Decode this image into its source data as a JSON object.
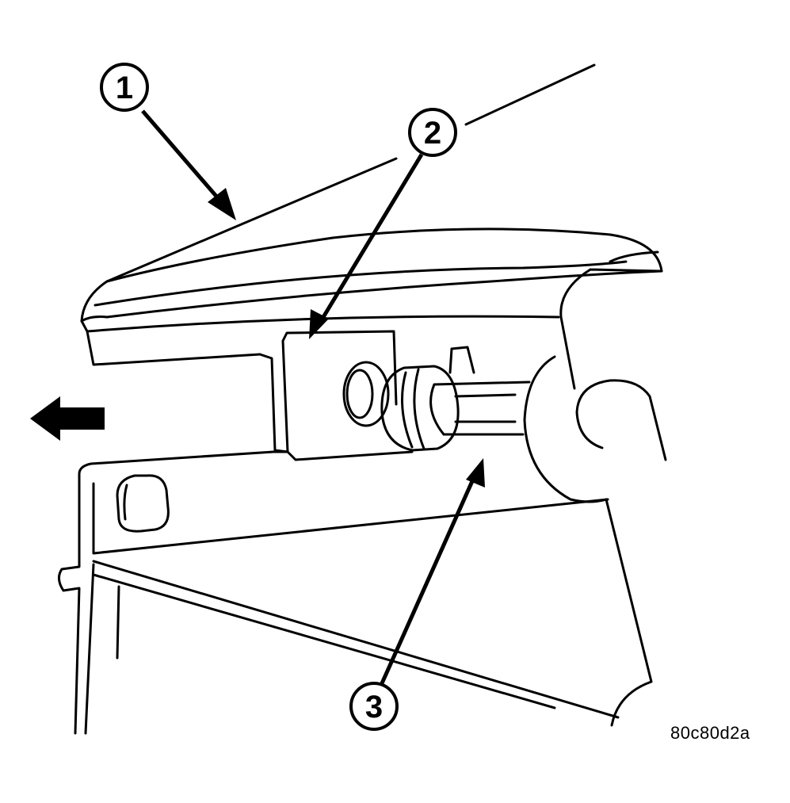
{
  "figure": {
    "figure_code": "80c80d2a",
    "callouts": [
      {
        "id": "1",
        "label": "1"
      },
      {
        "id": "2",
        "label": "2"
      },
      {
        "id": "3",
        "label": "3"
      }
    ],
    "direction_arrow_icon": "left-arrow-icon",
    "colors": {
      "ink": "#000000",
      "paper": "#ffffff"
    }
  }
}
